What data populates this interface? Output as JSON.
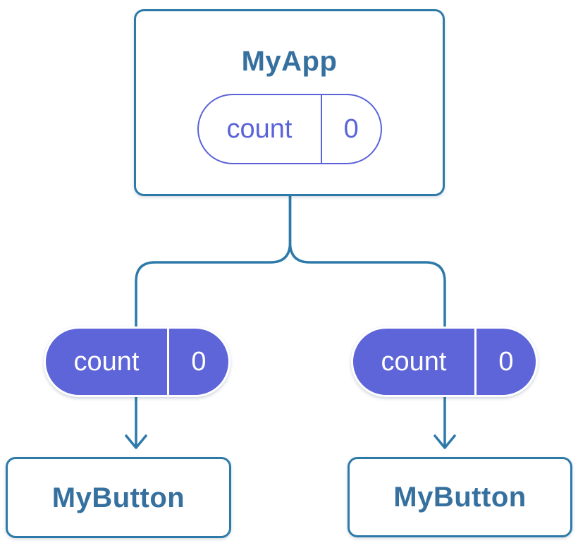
{
  "colors": {
    "line-blue": "#2d7aa9",
    "heading-blue": "#35709e",
    "pill-purple": "#5e65d8",
    "pill-purple-stroke": "#5a63d8",
    "card-bg": "#ffffff"
  },
  "diagram": {
    "root": {
      "title": "MyApp",
      "state": {
        "name": "count",
        "value": "0"
      }
    },
    "children": [
      {
        "title": "MyButton",
        "prop": {
          "name": "count",
          "value": "0"
        }
      },
      {
        "title": "MyButton",
        "prop": {
          "name": "count",
          "value": "0"
        }
      }
    ]
  }
}
